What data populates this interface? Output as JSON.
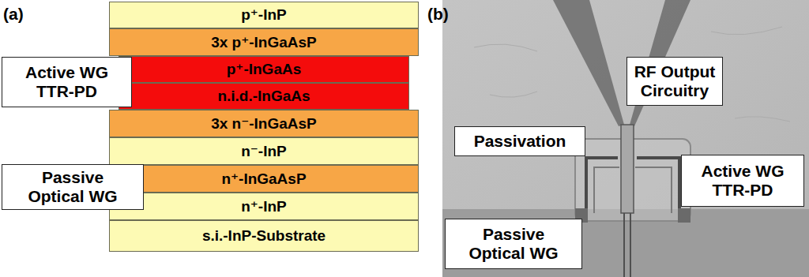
{
  "diagram": {
    "nodes": [
      {
        "text": [
          "p⁺-InP"
        ]
      },
      {
        "text": [
          "3x p⁺-InGaAsP"
        ]
      },
      {
        "text": [
          "p⁺-InGaAs"
        ]
      },
      {
        "text": [
          "n.i.d.-InGaAs"
        ]
      },
      {
        "text": [
          "3x n⁻-InGaAsP"
        ]
      },
      {
        "text": [
          "n⁻-InP"
        ]
      },
      {
        "text": [
          "n⁺-InGaAsP"
        ]
      },
      {
        "text": [
          "n⁺-InP"
        ]
      },
      {
        "text": [
          "s.i.-InP-Substrate"
        ]
      },
      {
        "text": [
          "Active WG TTR-PD"
        ]
      },
      {
        "text": [
          "Passive Optical WG"
        ]
      },
      {
        "text": [
          "RF Output Circuitry"
        ]
      },
      {
        "text": [
          "Passivation"
        ]
      },
      {
        "text": [
          "Active WG TTR-PD"
        ]
      },
      {
        "text": [
          "Passive Optical WG"
        ]
      }
    ],
    "labels": [
      "(a)",
      "(b)"
    ]
  }
}
